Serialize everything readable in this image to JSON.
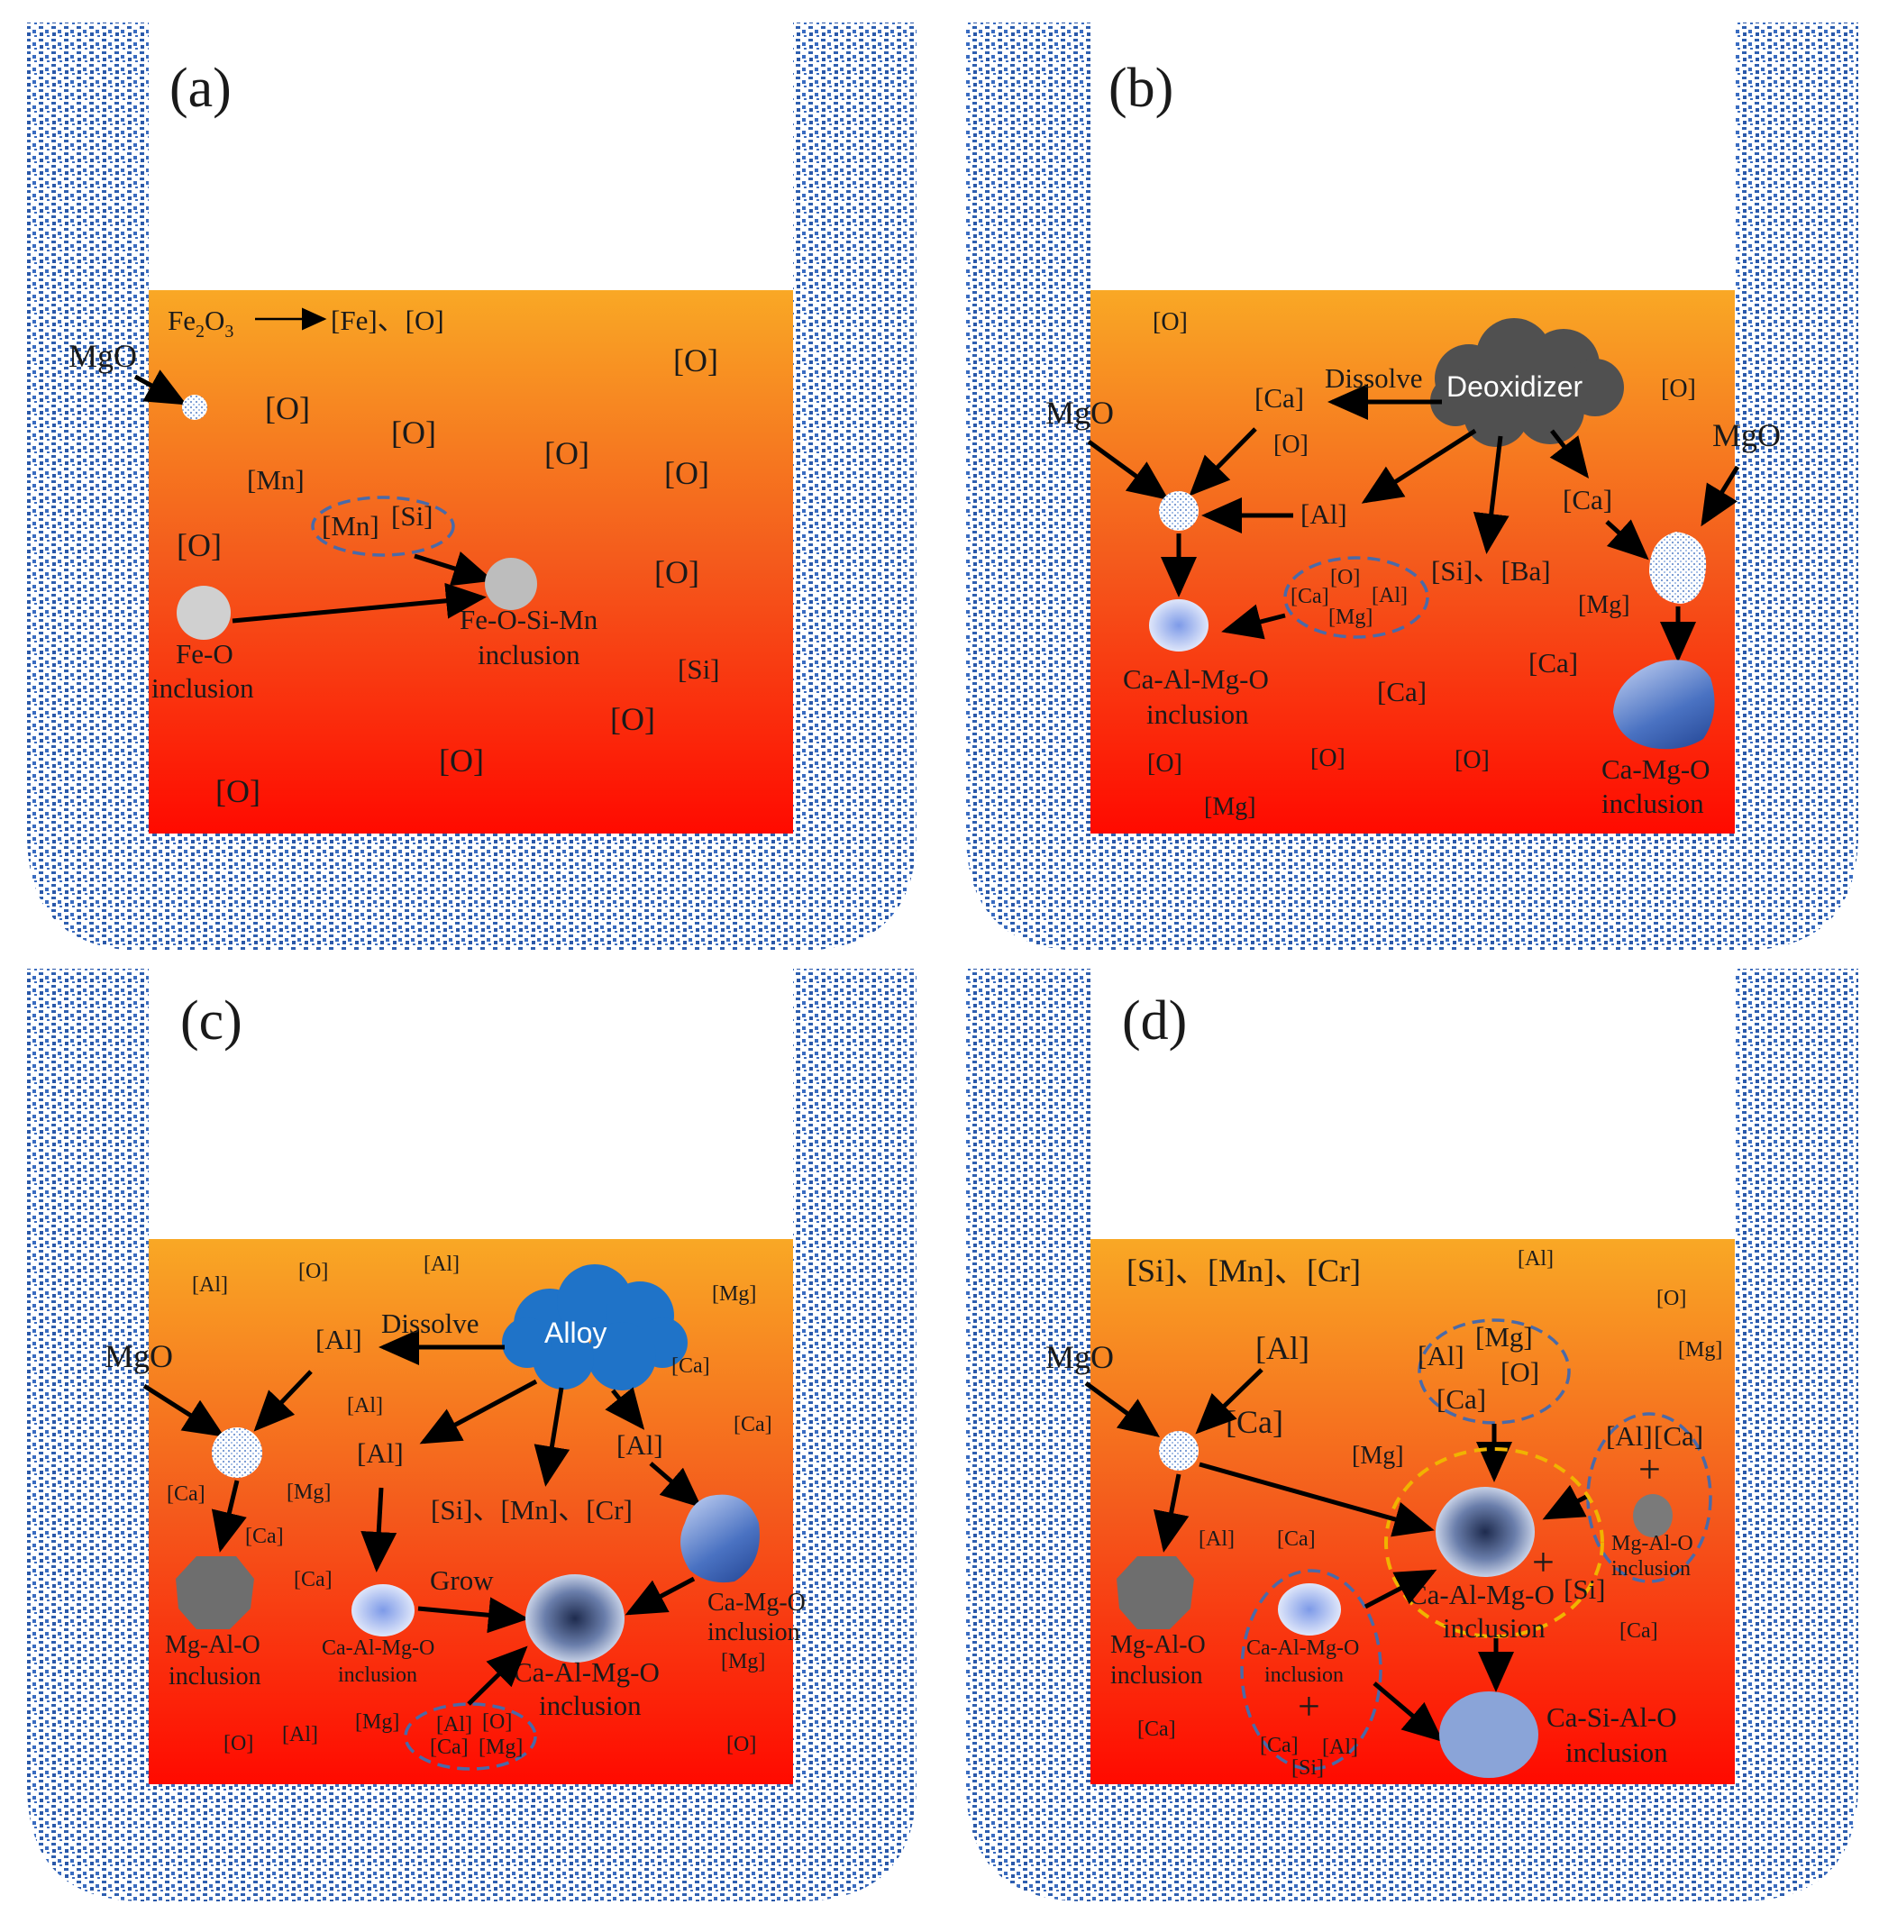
{
  "colors": {
    "refractory": "#2e5fb0",
    "melt_top": "#f9a825",
    "melt_bottom": "#ff0a00",
    "deoxidizer_cloud": "#505050",
    "alloy_cloud": "#1f73c8",
    "dashed_group": "#4a6aa8",
    "dashed_highlight": "#f0b400"
  },
  "panel_a": {
    "tag": "(a)",
    "fe2o3": "Fe",
    "fe2o3_sub2": "2",
    "fe2o3_o": "O",
    "fe2o3_sub3": "3",
    "fe2o3_products": "[Fe]、[O]",
    "mgo": "MgO",
    "feo_l1": "Fe-O",
    "feo_l2": "inclusion",
    "femn_l1": "Fe-O-Si-Mn",
    "femn_l2": "inclusion",
    "mn": "[Mn]",
    "si": "[Si]",
    "o": "[O]"
  },
  "panel_b": {
    "tag": "(b)",
    "deoxidizer": "Deoxidizer",
    "dissolve": "Dissolve",
    "ca": "[Ca]",
    "al": "[Al]",
    "mg": "[Mg]",
    "o": "[O]",
    "si_ba": "[Si]、[Ba]",
    "mgo": "MgO",
    "caalmgo_l1": "Ca-Al-Mg-O",
    "caalmgo_l2": "inclusion",
    "camgo_l1": "Ca-Mg-O",
    "camgo_l2": "inclusion"
  },
  "panel_c": {
    "tag": "(c)",
    "alloy": "Alloy",
    "dissolve": "Dissolve",
    "grow": "Grow",
    "al": "[Al]",
    "o": "[O]",
    "mg": "[Mg]",
    "ca": "[Ca]",
    "si_mn_cr": "[Si]、[Mn]、[Cr]",
    "mgo": "MgO",
    "mgalo_l1": "Mg-Al-O",
    "mgalo_l2": "inclusion",
    "caalmgo_l1": "Ca-Al-Mg-O",
    "caalmgo_l2": "inclusion",
    "camgo_l1": "Ca-Mg-O",
    "camgo_l2": "inclusion"
  },
  "panel_d": {
    "tag": "(d)",
    "si_mn_cr": "[Si]、[Mn]、[Cr]",
    "al": "[Al]",
    "ca": "[Ca]",
    "mg": "[Mg]",
    "o": "[O]",
    "si": "[Si]",
    "plus": "+",
    "mgo": "MgO",
    "mgalo_l1": "Mg-Al-O",
    "mgalo_l2": "inclusion",
    "caalmgo_l1": "Ca-Al-Mg-O",
    "caalmgo_l2": "inclusion",
    "casialo_l1": "Ca-Si-Al-O",
    "casialo_l2": "inclusion"
  }
}
